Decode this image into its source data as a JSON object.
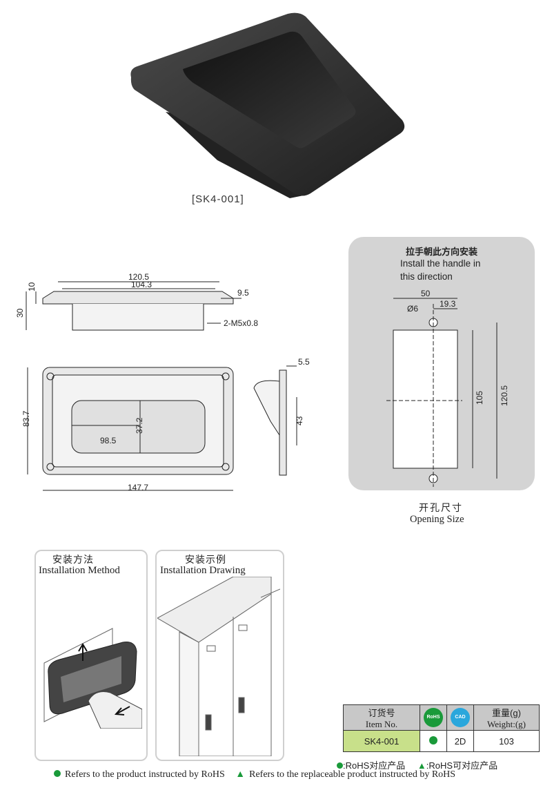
{
  "product": {
    "model_label": "[SK4-001]"
  },
  "drawing_dims": {
    "front": [
      "120.5",
      "104.3",
      "10",
      "30",
      "9.5",
      "2-M5x0.8"
    ],
    "top": [
      "83.7",
      "37.2",
      "98.5",
      "147.7"
    ],
    "side": [
      "5.5",
      "43"
    ]
  },
  "opening": {
    "direction_cn": "拉手朝此方向安装",
    "direction_en_line1": "Install the handle in",
    "direction_en_line2": "this direction",
    "dims": [
      "50",
      "19.3",
      "Ø6",
      "105",
      "120.5"
    ],
    "caption_cn": "开孔尺寸",
    "caption_en": "Opening Size"
  },
  "installation": {
    "method_cn": "安装方法",
    "method_en": "Installation Method",
    "drawing_cn": "安装示例",
    "drawing_en": "Installation Drawing"
  },
  "spec_table": {
    "headers": {
      "item_cn": "订货号",
      "item_en": "Item No.",
      "rohs_icon": "RoHS",
      "cad_icon": "CAD",
      "weight_cn": "重量(g)",
      "weight_en": "Weight:(g)"
    },
    "row": {
      "item": "SK4-001",
      "cad": "2D",
      "weight": "103"
    }
  },
  "legend": {
    "rohs_note": ":RoHS对应产品",
    "rohs_replace_note": ":RoHS可对应产品",
    "rohs_text": "Refers to the product instructed by RoHS",
    "replace_text": "Refers to the replaceable product instructed by RoHS"
  },
  "colors": {
    "rohs_green": "#1a9a3a",
    "cad_blue": "#2aa7dc",
    "row_highlight": "#c8e08a",
    "panel_gray": "#d4d4d4"
  }
}
